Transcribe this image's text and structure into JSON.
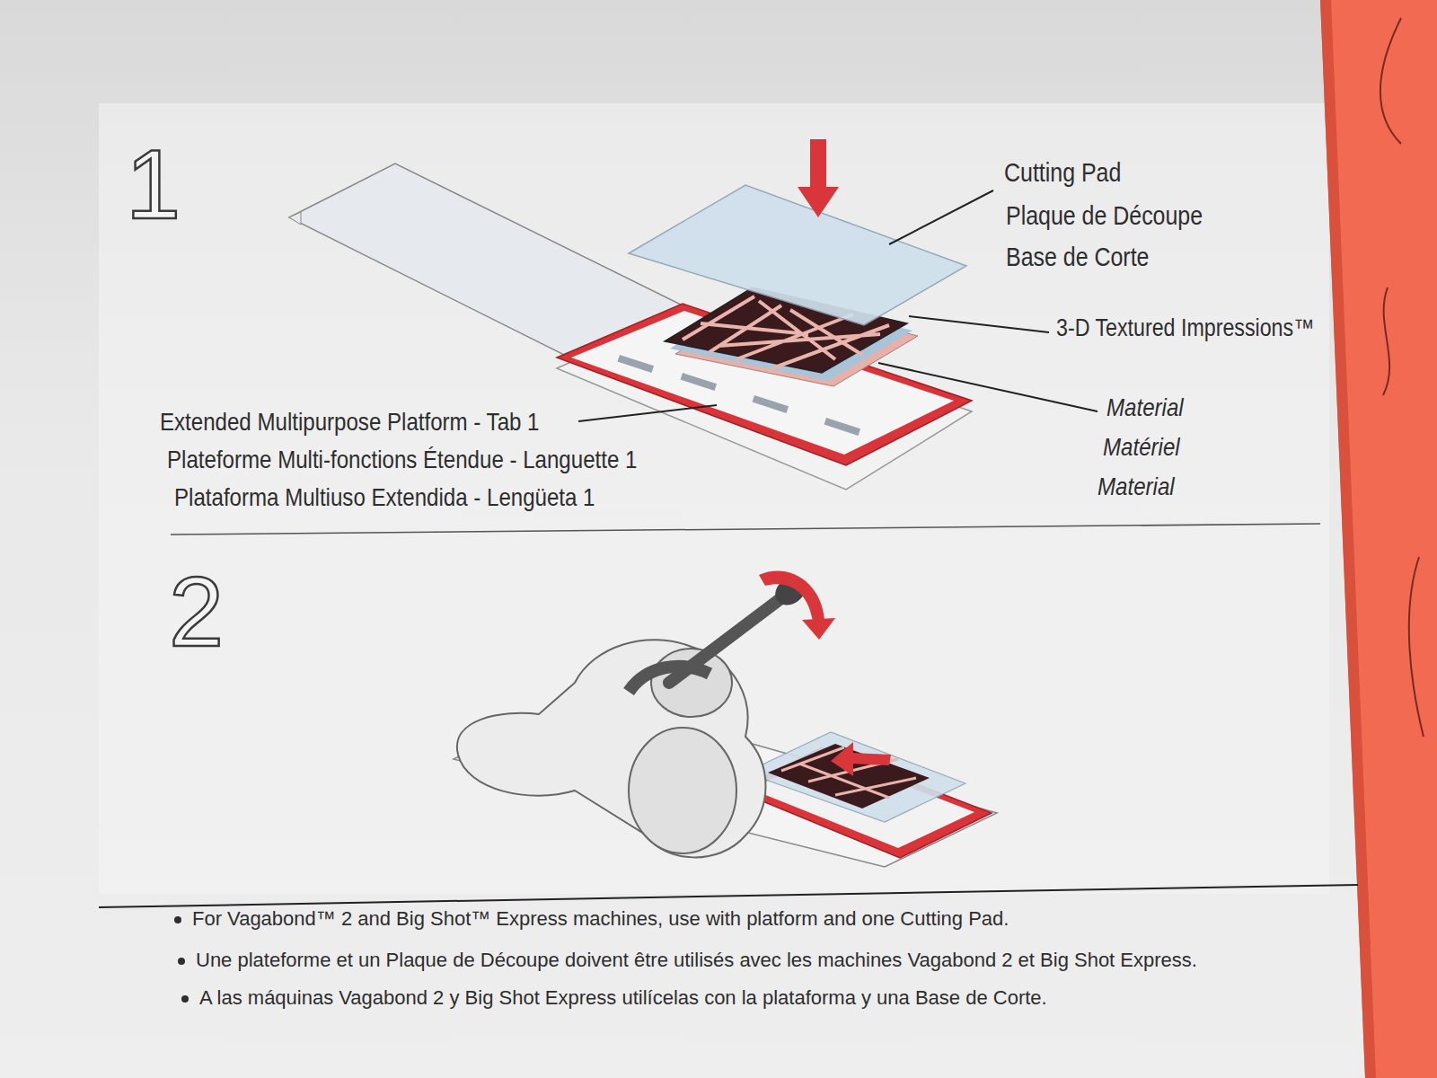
{
  "diagram": {
    "labels": [
      "1",
      "Cutting Pad",
      "Plaque de Découpe",
      "Base de Corte",
      "3-D Textured Impressions™",
      "Material",
      "Matériel",
      "Material",
      "Extended Multipurpose Platform - Tab 1",
      "Plateforme Multi-fonctions Étendue - Languette 1",
      "Plataforma Multiuso Extendida - Lengüeta 1",
      "2",
      "For Vagabond™ 2 and Big Shot™ Express machines, use with platform and one Cutting Pad.",
      "Une plateforme et un Plaque de Découpe doivent être utilisés avec les machines Vagabond 2 et Big Shot Express.",
      "A las máquinas Vagabond 2 y Big Shot Express utilícelas con la plataforma y una Base de Corte."
    ]
  }
}
